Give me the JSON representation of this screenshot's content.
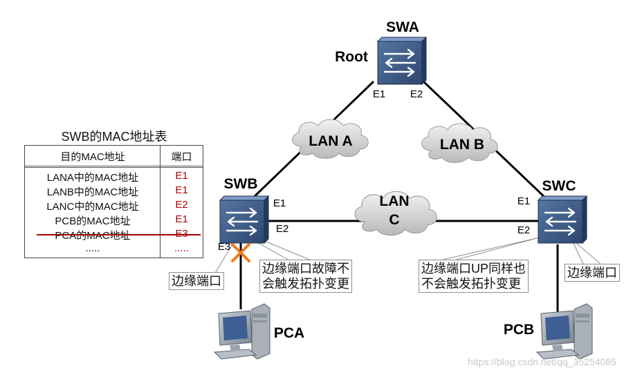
{
  "switches": {
    "swa": {
      "name": "SWA",
      "role_label": "Root",
      "port_left": "E1",
      "port_right": "E2"
    },
    "swb": {
      "name": "SWB",
      "port_top": "E1",
      "port_right": "E2",
      "port_bottom": "E3"
    },
    "swc": {
      "name": "SWC",
      "port_top": "E1",
      "port_left": "E2"
    }
  },
  "lans": {
    "lan_a": "LAN A",
    "lan_b": "LAN B",
    "lan_c_line1": "LAN",
    "lan_c_line2": "C"
  },
  "hosts": {
    "pca": "PCA",
    "pcb": "PCB"
  },
  "mac_table": {
    "title": "SWB的MAC地址表",
    "col_mac": "目的MAC地址",
    "col_port": "端口",
    "rows": [
      {
        "mac": "LANA中的MAC地址",
        "port": "E1"
      },
      {
        "mac": "LANB中的MAC地址",
        "port": "E1"
      },
      {
        "mac": "LANC中的MAC地址",
        "port": "E2"
      },
      {
        "mac": "PCB的MAC地址",
        "port": "E1"
      },
      {
        "mac": "PCA的MAC地址",
        "port": "E3"
      },
      {
        "mac": ".....",
        "port": "....."
      }
    ],
    "struck_row": 4
  },
  "callouts": {
    "edge_port_swb": "边缘端口",
    "edge_fault_line1": "边缘端口故障不",
    "edge_fault_line2": "会触发拓扑变更",
    "edge_up_line1": "边缘端口UP同样也",
    "edge_up_line2": "不会触发拓扑变更",
    "edge_port_swc": "边缘端口"
  },
  "colors": {
    "switch_body": "#36507a",
    "switch_top": "#5d7cab",
    "cloud_fill": "#d6d6d6",
    "fault_mark": "#f07a1a",
    "port_text": "#b00000"
  },
  "watermark": "https://blog.csdn.net/qq_35254085"
}
